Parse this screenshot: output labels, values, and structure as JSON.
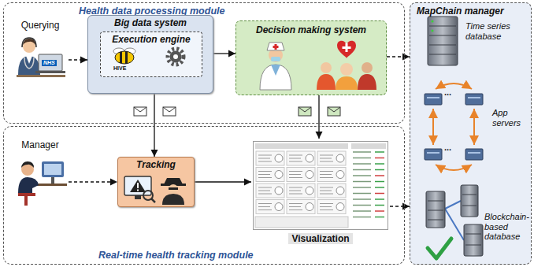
{
  "diagram": {
    "nodes": [
      {
        "text": [
          "Health data processing module"
        ]
      },
      {
        "text": [
          "Querying"
        ],
        "in": 0
      },
      {
        "text": [
          "Big data system"
        ],
        "in": 0
      },
      {
        "text": [
          "Execution engine"
        ],
        "in": 2
      },
      {
        "text": [
          "Decision making system"
        ],
        "in": 0
      },
      {
        "text": [
          "Real-time health tracking module"
        ]
      },
      {
        "text": [
          "Manager"
        ],
        "in": 5
      },
      {
        "text": [
          "Tracking"
        ],
        "in": 5
      },
      {
        "text": [
          "Visualization"
        ],
        "in": 5
      },
      {
        "text": [
          "MapChain manager"
        ]
      }
    ],
    "edges": [
      {
        "from": 1,
        "to": 2,
        "arrow": "to"
      },
      {
        "from": 2,
        "to": 4,
        "arrow": "to"
      },
      {
        "from": 2,
        "to": 7,
        "arrow": "to"
      },
      {
        "from": 4,
        "to": 8,
        "arrow": "to"
      },
      {
        "from": 6,
        "to": 7,
        "arrow": "to"
      },
      {
        "from": 7,
        "to": 8,
        "arrow": "to"
      },
      {
        "from": 4,
        "to": 9,
        "arrow": "to"
      },
      {
        "from": 8,
        "to": 9,
        "arrow": "to"
      }
    ],
    "labels": [
      "NHS",
      "HIVE",
      "Time series database",
      "App servers",
      "...",
      "...",
      "Blockchain-based database"
    ]
  }
}
